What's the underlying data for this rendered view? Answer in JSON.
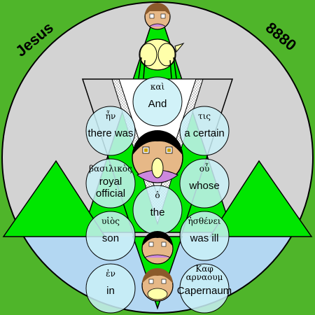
{
  "corner_left": "Jesus",
  "corner_right": "8880",
  "words": [
    {
      "greek": "καὶ",
      "english": [
        "And"
      ]
    },
    {
      "greek": "ἦν",
      "english": [
        "there was"
      ]
    },
    {
      "greek": "τις",
      "english": [
        "a certain"
      ]
    },
    {
      "greek": "βασιλικὸς",
      "english": [
        "royal",
        "official"
      ]
    },
    {
      "greek": "οὗ",
      "english": [
        "whose"
      ]
    },
    {
      "greek": "ὁ",
      "english": [
        "the"
      ]
    },
    {
      "greek": "υἱὸς",
      "english": [
        "son"
      ]
    },
    {
      "greek": "ἠσθένει",
      "english": [
        "was ill"
      ]
    },
    {
      "greek": "ἐν",
      "english": [
        "in"
      ]
    },
    {
      "greek": [
        "Καφ",
        "αρναουμ"
      ],
      "english": [
        "Capernaum"
      ]
    }
  ],
  "colors": {
    "sky": "#d3d3d3",
    "grass": "#4fb52a",
    "water": "#b3d7f2",
    "triangle_green": "#00e600",
    "word_circle": "#c9f0f7",
    "outline": "#000000"
  },
  "icons": [
    "face-icon",
    "dove-icon",
    "face-icon",
    "face-icon",
    "face-icon"
  ]
}
